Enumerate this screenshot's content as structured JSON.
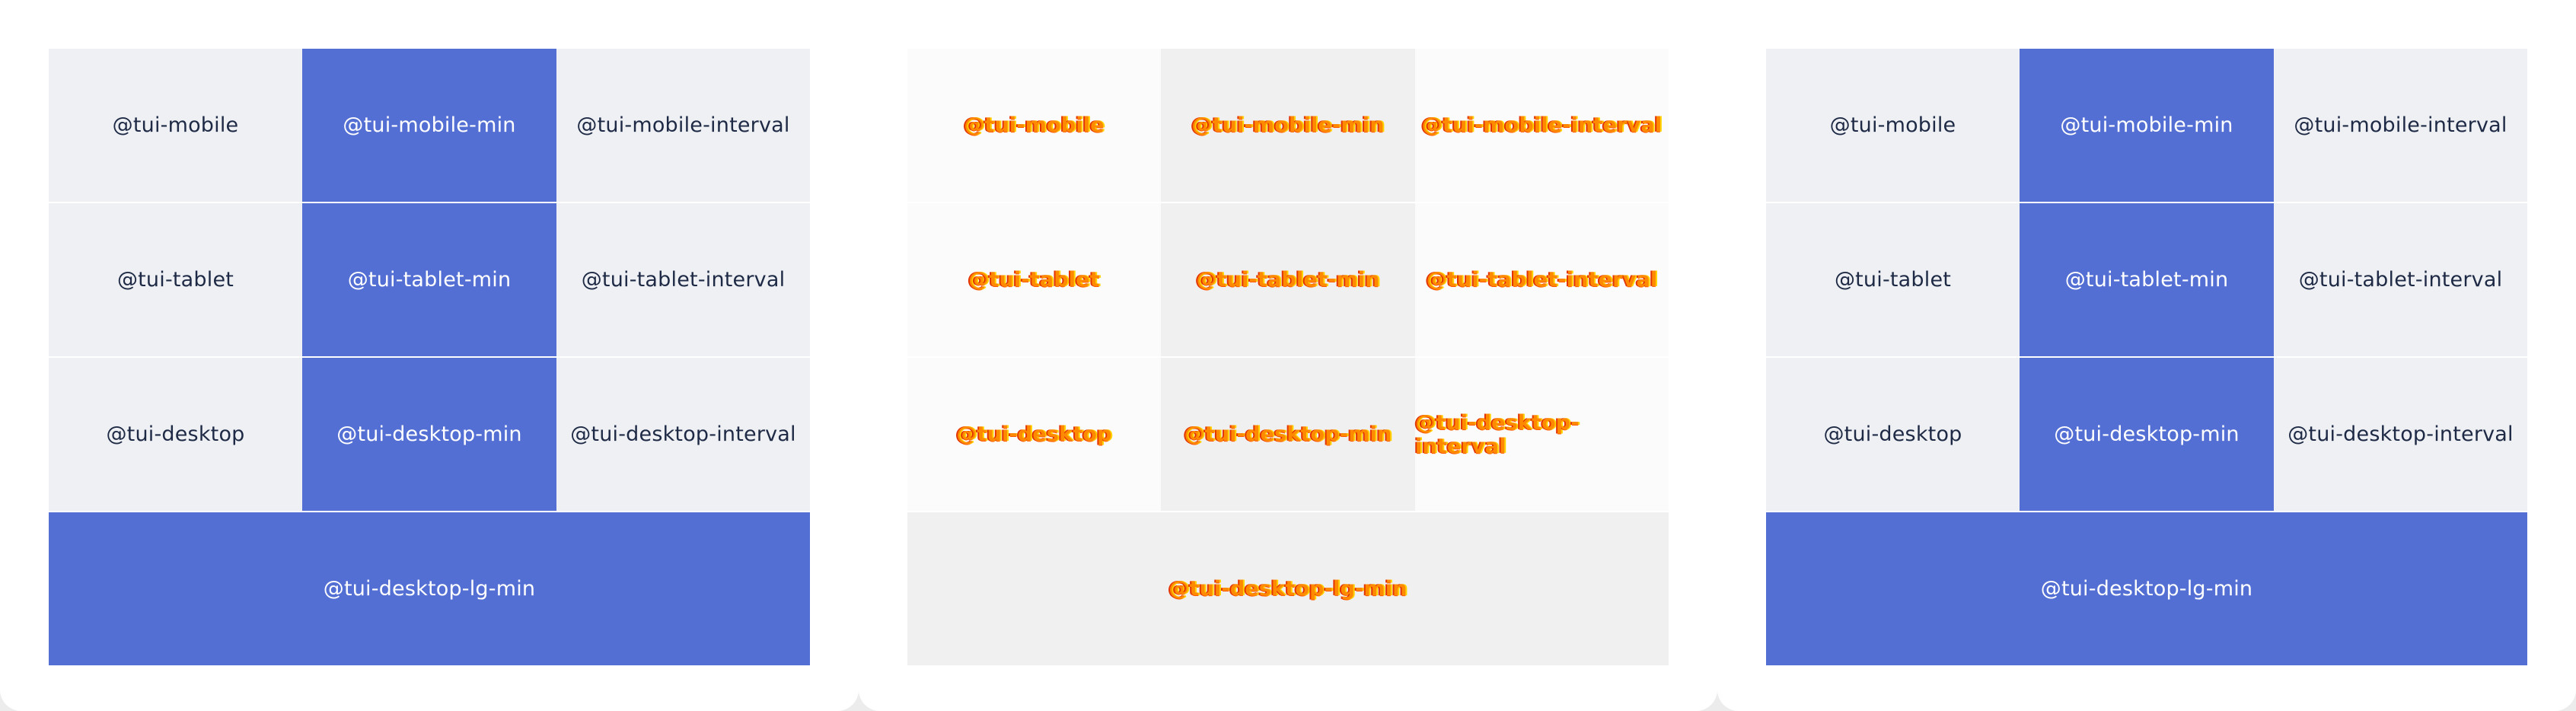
{
  "panels": [
    {
      "name": "left",
      "rows": [
        [
          "@tui-mobile",
          "@tui-mobile-min",
          "@tui-mobile-interval"
        ],
        [
          "@tui-tablet",
          "@tui-tablet-min",
          "@tui-tablet-interval"
        ],
        [
          "@tui-desktop",
          "@tui-desktop-min",
          "@tui-desktop-interval"
        ]
      ],
      "footer": "@tui-desktop-lg-min"
    },
    {
      "name": "center",
      "rows": [
        [
          "@tui-mobile",
          "@tui-mobile-min",
          "@tui-mobile-interval"
        ],
        [
          "@tui-tablet",
          "@tui-tablet-min",
          "@tui-tablet-interval"
        ],
        [
          "@tui-desktop",
          "@tui-desktop-min",
          "@tui-desktop-interval"
        ]
      ],
      "footer": "@tui-desktop-lg-min"
    },
    {
      "name": "right",
      "rows": [
        [
          "@tui-mobile",
          "@tui-mobile-min",
          "@tui-mobile-interval"
        ],
        [
          "@tui-tablet",
          "@tui-tablet-min",
          "@tui-tablet-interval"
        ],
        [
          "@tui-desktop",
          "@tui-desktop-min",
          "@tui-desktop-interval"
        ]
      ],
      "footer": "@tui-desktop-lg-min"
    }
  ],
  "colors": {
    "accent_blue": "#546fd3",
    "light_cell": "#eef0f3",
    "text_dark": "#1e2a45",
    "glitch_orange": "#ff8a00"
  }
}
